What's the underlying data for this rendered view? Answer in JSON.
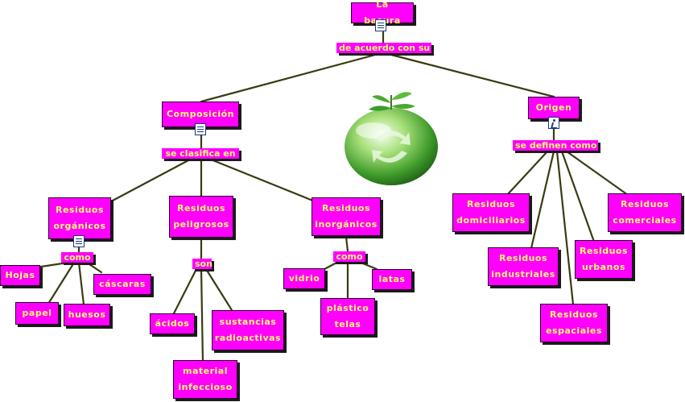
{
  "nodes": {
    "basura": "La basura",
    "composicion": "Composición",
    "origen": "Origen",
    "organicos": "Residuos\norgánicos",
    "peligrosos": "Residuos\npeligrosos",
    "inorganicos": "Residuos\ninorgánicos",
    "hojas": "Hojas",
    "cascaras": "cáscaras",
    "papel": "papel",
    "huesos": "huesos",
    "acidos": "ácidos",
    "sustancias": "sustancias\nradioactivas",
    "material": "material\ninfeccioso",
    "vidrio": "vidrio",
    "latas": "latas",
    "plastico": "plástico\ntelas",
    "domiciliarios": "Residuos\ndomiciliarios",
    "comerciales": "Residuos\ncomerciales",
    "industriales": "Residuos\nindustriales",
    "urbanos": "Residuos\nurbanos",
    "espaciales": "Residuos\nespaciales"
  },
  "linking_phrases": {
    "de_acuerdo": "de acuerdo con su",
    "se_clasifica": "se clasifica en",
    "se_definen": "se definen como",
    "como_organicos": "como",
    "son": "son",
    "como_inorganicos": "como"
  },
  "colors": {
    "node_fill": "#ff00ff",
    "node_text": "#ffff66",
    "connector": "#3a3a10"
  },
  "icons": {
    "resource": "document-icon",
    "origin_link": "person-icon",
    "image": "recycle-globe-image"
  }
}
